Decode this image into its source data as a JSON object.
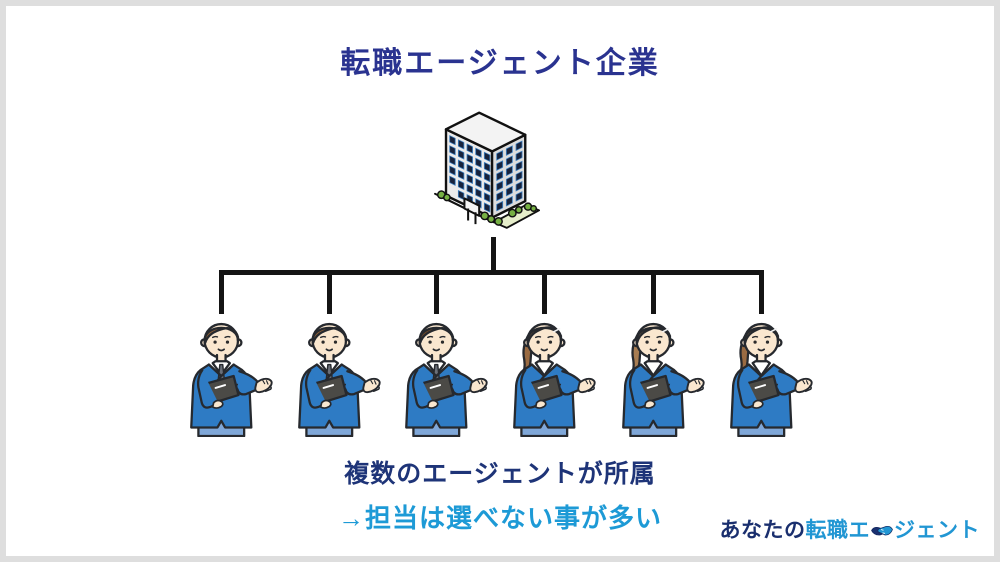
{
  "slide": {
    "title": "転職エージェント企業"
  },
  "diagram": {
    "root_icon": "office-building-icon",
    "structure": "one building connected by a tree line to six agents",
    "agents": [
      {
        "icon": "male-agent-icon"
      },
      {
        "icon": "male-agent-icon"
      },
      {
        "icon": "male-agent-icon"
      },
      {
        "icon": "female-agent-icon"
      },
      {
        "icon": "female-agent-icon"
      },
      {
        "icon": "female-agent-icon"
      }
    ]
  },
  "notes": {
    "line1": "複数のエージェントが所属",
    "line2": "→担当は選べない事が多い"
  },
  "logo": {
    "prefix": "あなたの",
    "part1": "転職エ",
    "icon": "handshake-icon",
    "part2": "ジェント"
  },
  "colors": {
    "title_navy": "#2a3390",
    "note_navy": "#1e3478",
    "accent_blue": "#1d9ad6",
    "logo_navy": "#1a2f6e",
    "logo_blue": "#2196d3",
    "suit_blue": "#2e7bc4",
    "connector_black": "#141414",
    "border_gray": "#dedede"
  }
}
